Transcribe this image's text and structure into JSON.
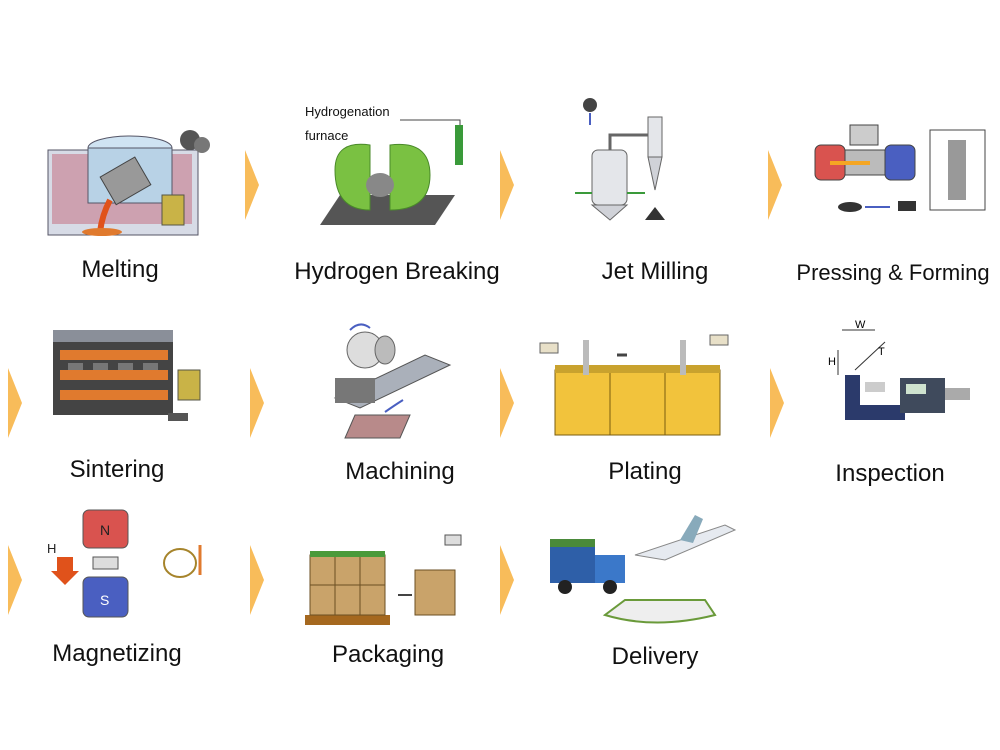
{
  "steps": [
    {
      "id": "melting",
      "label": "Melting"
    },
    {
      "id": "hydrogen",
      "label": "Hydrogen Breaking",
      "annotation_line1": "Hydrogenation",
      "annotation_line2": "furnace"
    },
    {
      "id": "jetmilling",
      "label": "Jet Milling"
    },
    {
      "id": "pressing",
      "label": "Pressing & Forming"
    },
    {
      "id": "sintering",
      "label": "Sintering"
    },
    {
      "id": "machining",
      "label": "Machining"
    },
    {
      "id": "plating",
      "label": "Plating"
    },
    {
      "id": "inspection",
      "label": "Inspection",
      "axis_w": "W",
      "axis_h": "H",
      "axis_t": "T"
    },
    {
      "id": "magnetizing",
      "label": "Magnetizing",
      "pole_n": "N",
      "pole_s": "S",
      "field_h": "H"
    },
    {
      "id": "packaging",
      "label": "Packaging"
    },
    {
      "id": "delivery",
      "label": "Delivery"
    }
  ],
  "colors": {
    "arrow": "#f5a623",
    "green": "#7ac142",
    "magnet_red": "#d9534f",
    "magnet_blue": "#4a5fc1",
    "copper": "#e07a2e",
    "box": "#c9a36a",
    "tank": "#f2c33c"
  }
}
